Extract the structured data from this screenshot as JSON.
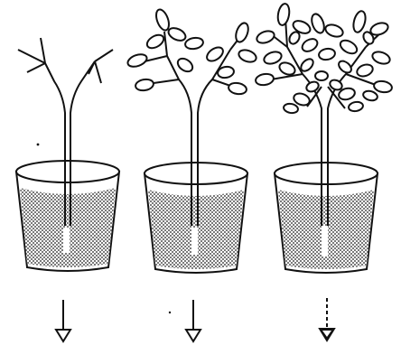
{
  "figure": {
    "panels": [
      {
        "id": "pot-1",
        "stage": "bare-branches",
        "has_leaves": false,
        "leaf_count": 0,
        "arrow_style": "solid-open"
      },
      {
        "id": "pot-2",
        "stage": "few-leaves",
        "has_leaves": true,
        "leaf_count": 12,
        "arrow_style": "solid-open"
      },
      {
        "id": "pot-3",
        "stage": "many-leaves",
        "has_leaves": true,
        "leaf_count": 28,
        "arrow_style": "dashed-filled"
      }
    ],
    "colors": {
      "ink": "#111111",
      "soil": "#8a8a8a",
      "background": "#ffffff"
    }
  }
}
